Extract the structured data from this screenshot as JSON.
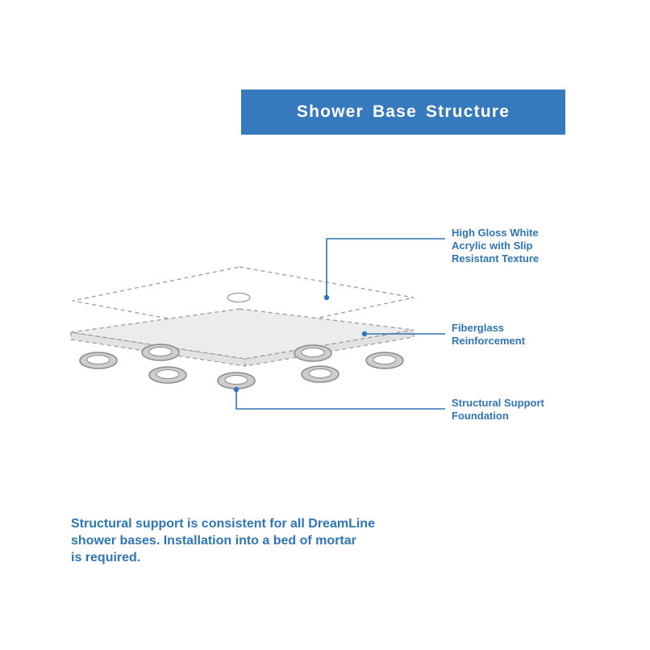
{
  "banner": {
    "title": "Shower Base Structure"
  },
  "colors": {
    "banner_bg": "#3779BD",
    "accent_blue": "#2E76B6",
    "layer_fill": "#ECECEC",
    "dash_gray": "#9C9C9C",
    "ring_fill": "#CDCDCD"
  },
  "diagram": {
    "labels": [
      {
        "lines": [
          "High Gloss White",
          "Acrylic with Slip",
          "Resistant Texture"
        ]
      },
      {
        "lines": [
          "Fiberglass",
          "Reinforcement"
        ]
      },
      {
        "lines": [
          "Structural Support",
          "Foundation"
        ]
      }
    ]
  },
  "caption": {
    "lines": [
      "Structural support is consistent for all DreamLine",
      "shower bases. Installation into a bed of mortar",
      "is required."
    ]
  }
}
